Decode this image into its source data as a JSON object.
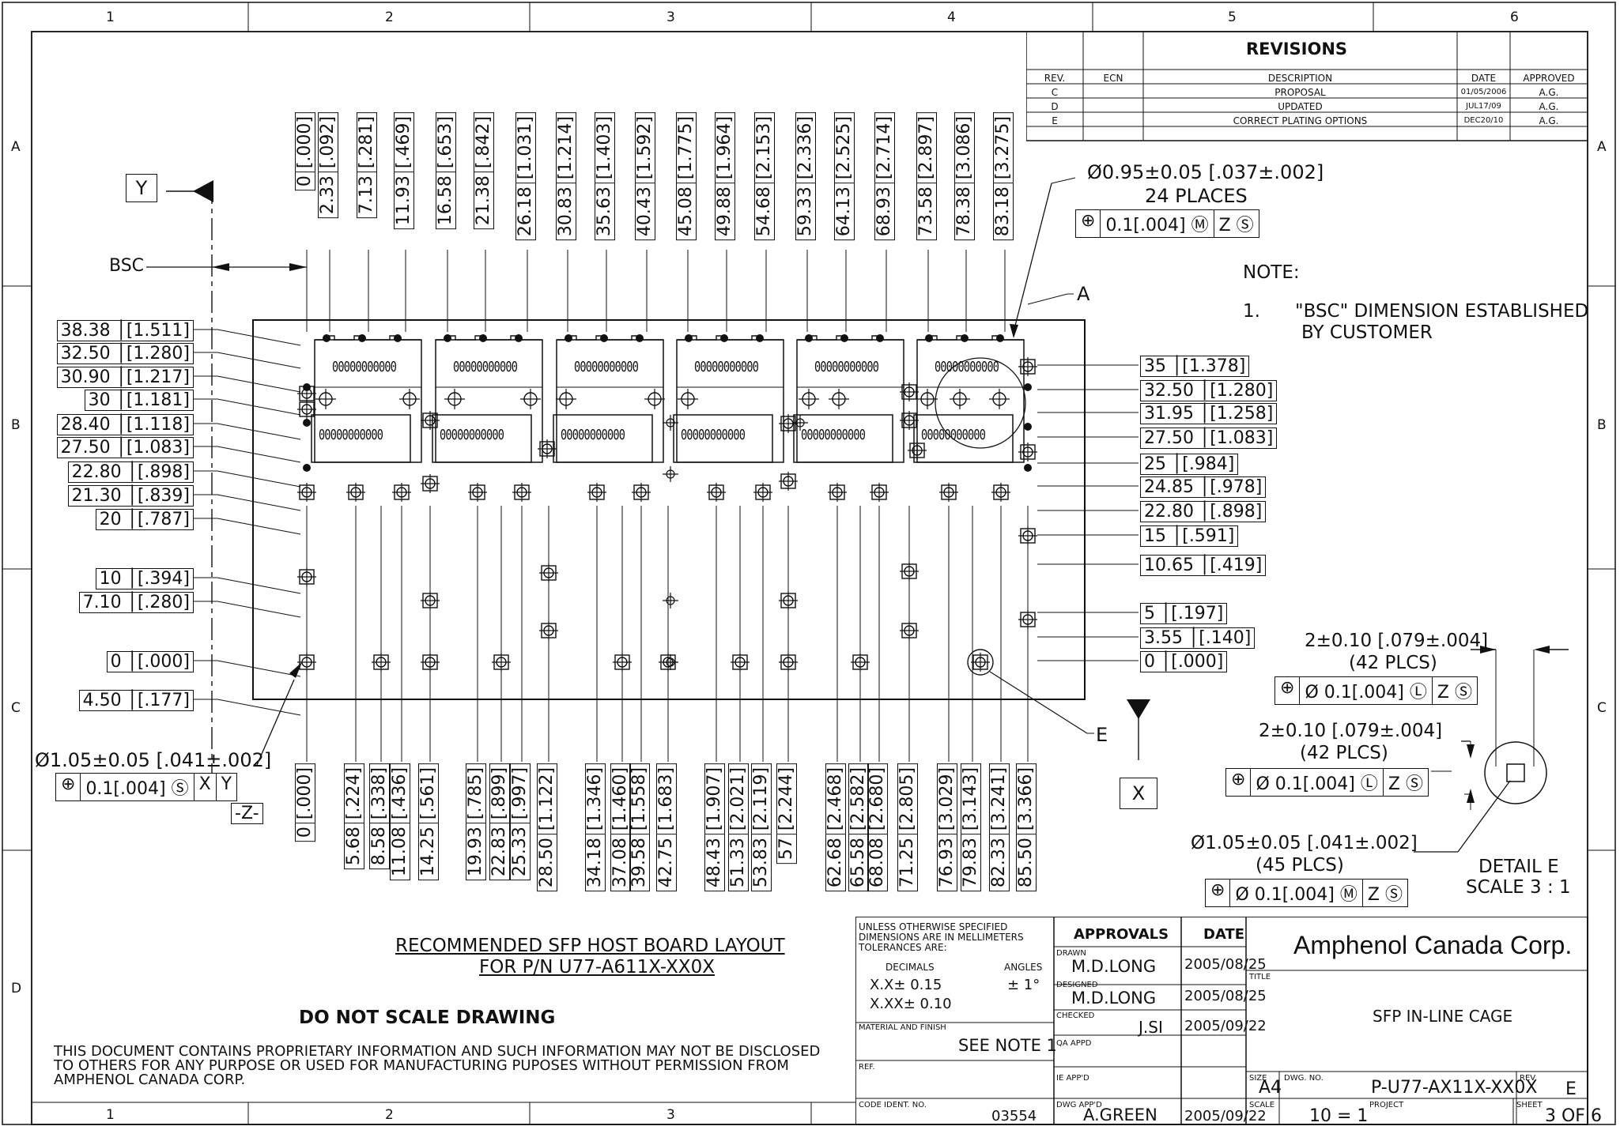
{
  "grid": {
    "columns": [
      "1",
      "2",
      "3",
      "4",
      "5",
      "6"
    ],
    "rows": [
      "A",
      "B",
      "C",
      "D"
    ]
  },
  "revisions": {
    "title": "REVISIONS",
    "headers": [
      "REV.",
      "ECN",
      "DESCRIPTION",
      "DATE",
      "APPROVED"
    ],
    "rows": [
      {
        "rev": "C",
        "ecn": "",
        "desc": "PROPOSAL",
        "date": "01/05/2006",
        "approved": "A.G."
      },
      {
        "rev": "D",
        "ecn": "",
        "desc": "UPDATED",
        "date": "JUL17/09",
        "approved": "A.G."
      },
      {
        "rev": "E",
        "ecn": "",
        "desc": "CORRECT PLATING OPTIONS",
        "date": "DEC20/10",
        "approved": "A.G."
      }
    ]
  },
  "datums": {
    "y": "Y",
    "x": "X",
    "z": "-Z-",
    "a": "A",
    "e": "E",
    "bsc": "BSC"
  },
  "top_dims": [
    [
      "0",
      ".000"
    ],
    [
      "2.33",
      ".092"
    ],
    [
      "7.13",
      ".281"
    ],
    [
      "11.93",
      ".469"
    ],
    [
      "16.58",
      ".653"
    ],
    [
      "21.38",
      ".842"
    ],
    [
      "26.18",
      "1.031"
    ],
    [
      "30.83",
      "1.214"
    ],
    [
      "35.63",
      "1.403"
    ],
    [
      "40.43",
      "1.592"
    ],
    [
      "45.08",
      "1.775"
    ],
    [
      "49.88",
      "1.964"
    ],
    [
      "54.68",
      "2.153"
    ],
    [
      "59.33",
      "2.336"
    ],
    [
      "64.13",
      "2.525"
    ],
    [
      "68.93",
      "2.714"
    ],
    [
      "73.58",
      "2.897"
    ],
    [
      "78.38",
      "3.086"
    ],
    [
      "83.18",
      "3.275"
    ]
  ],
  "left_dims": [
    [
      "38.38",
      "1.511"
    ],
    [
      "32.50",
      "1.280"
    ],
    [
      "30.90",
      "1.217"
    ],
    [
      "30",
      "1.181"
    ],
    [
      "28.40",
      "1.118"
    ],
    [
      "27.50",
      "1.083"
    ],
    [
      "22.80",
      ".898"
    ],
    [
      "21.30",
      ".839"
    ],
    [
      "20",
      ".787"
    ],
    [
      "10",
      ".394"
    ],
    [
      "7.10",
      ".280"
    ],
    [
      "0",
      ".000"
    ],
    [
      "4.50",
      ".177"
    ]
  ],
  "right_dims": [
    [
      "35",
      "1.378"
    ],
    [
      "32.50",
      "1.280"
    ],
    [
      "31.95",
      "1.258"
    ],
    [
      "27.50",
      "1.083"
    ],
    [
      "25",
      ".984"
    ],
    [
      "24.85",
      ".978"
    ],
    [
      "22.80",
      ".898"
    ],
    [
      "15",
      ".591"
    ],
    [
      "10.65",
      ".419"
    ],
    [
      "5",
      ".197"
    ],
    [
      "3.55",
      ".140"
    ],
    [
      "0",
      ".000"
    ]
  ],
  "bottom_dims": [
    [
      "0",
      ".000"
    ],
    [
      "5.68",
      ".224"
    ],
    [
      "8.58",
      ".338"
    ],
    [
      "11.08",
      ".436"
    ],
    [
      "14.25",
      ".561"
    ],
    [
      "19.93",
      ".785"
    ],
    [
      "22.83",
      ".899"
    ],
    [
      "25.33",
      ".997"
    ],
    [
      "28.50",
      "1.122"
    ],
    [
      "34.18",
      "1.346"
    ],
    [
      "37.08",
      "1.460"
    ],
    [
      "39.58",
      "1.558"
    ],
    [
      "42.75",
      "1.683"
    ],
    [
      "48.43",
      "1.907"
    ],
    [
      "51.33",
      "2.021"
    ],
    [
      "53.83",
      "2.119"
    ],
    [
      "57",
      "2.244"
    ],
    [
      "62.68",
      "2.468"
    ],
    [
      "65.58",
      "2.582"
    ],
    [
      "68.08",
      "2.680"
    ],
    [
      "71.25",
      "2.805"
    ],
    [
      "76.93",
      "3.029"
    ],
    [
      "79.83",
      "3.143"
    ],
    [
      "82.33",
      "3.241"
    ],
    [
      "85.50",
      "3.366"
    ]
  ],
  "callouts": {
    "hole24": {
      "dia": "Ø0.95±0.05 [.037±.002]",
      "places": "24 PLACES",
      "frame": [
        "⊕",
        "0.1[.004] Ⓜ",
        "Z Ⓢ"
      ]
    },
    "hole_left": {
      "dia": "Ø1.05±0.05 [.041±.002]",
      "frame": [
        "⊕",
        "0.1[.004] Ⓢ",
        "X",
        "Y"
      ]
    },
    "detail1": {
      "dia": "2±0.10 [.079±.004]",
      "plcs": "(42 PLCS)",
      "frame": [
        "⊕",
        "Ø 0.1[.004] Ⓛ",
        "Z Ⓢ"
      ]
    },
    "detail2": {
      "dia": "2±0.10 [.079±.004]",
      "plcs": "(42 PLCS)",
      "frame": [
        "⊕",
        "Ø 0.1[.004] Ⓛ",
        "Z Ⓢ"
      ]
    },
    "detail3": {
      "dia": "Ø1.05±0.05 [.041±.002]",
      "plcs": "(45 PLCS)",
      "frame": [
        "⊕",
        "Ø 0.1[.004] Ⓜ",
        "Z Ⓢ"
      ]
    }
  },
  "detail_e": {
    "title": "DETAIL E",
    "scale": "SCALE 3 : 1"
  },
  "notes": {
    "heading": "NOTE:",
    "n1_num": "1.",
    "n1_text": "\"BSC\" DIMENSION ESTABLISHED",
    "n1_text2": "BY CUSTOMER"
  },
  "connector_label": "00000000000",
  "title_main": "RECOMMENDED SFP HOST BOARD LAYOUT",
  "title_sub": "FOR P/N U77-A611X-XX0X",
  "do_not_scale": "DO NOT SCALE DRAWING",
  "proprietary": [
    "THIS DOCUMENT CONTAINS PROPRIETARY INFORMATION AND SUCH INFORMATION MAY NOT BE DISCLOSED",
    "TO OTHERS FOR ANY PURPOSE OR USED FOR MANUFACTURING PUPOSES WITHOUT PERMISSION FROM",
    "AMPHENOL CANADA CORP."
  ],
  "titleblock": {
    "tolerance_lines": [
      "UNLESS OTHERWISE SPECIFIED",
      "DIMENSIONS ARE IN MELLIMETERS",
      "TOLERANCES ARE:"
    ],
    "decimals": "DECIMALS",
    "angles": "ANGLES",
    "tol1": "X.X± 0.15",
    "tol2": "X.XX± 0.10",
    "angle_tol": "± 1°",
    "material_label": "MATERIAL AND FINISH",
    "material": "SEE NOTE 1",
    "ref": "REF.",
    "code_ident_label": "CODE IDENT. NO.",
    "code_ident": "03554",
    "approvals": "APPROVALS",
    "date": "DATE",
    "drawn_label": "DRAWN",
    "drawn": "M.D.LONG",
    "drawn_date": "2005/08/25",
    "designed_label": "DESIGNED",
    "designed": "M.D.LONG",
    "designed_date": "2005/08/25",
    "checked_label": "CHECKED",
    "checked": "J.SI",
    "checked_date": "2005/09/22",
    "qa_label": "QA APPD",
    "ie_label": "IE APP'D",
    "dwg_appd_label": "DWG APP'D",
    "dwg_appd": "A.GREEN",
    "dwg_appd_date": "2005/09/22",
    "company": "Amphenol Canada Corp.",
    "title_label": "TITLE",
    "title": "SFP IN-LINE CAGE",
    "size_label": "SIZE",
    "size": "A4",
    "dwg_no_label": "DWG. NO.",
    "dwg_no": "P-U77-AX11X-XX0X",
    "rev_label": "REV.",
    "rev": "E",
    "scale_label": "SCALE",
    "scale": "10 = 1",
    "project_label": "PROJECT",
    "sheet_label": "SHEET",
    "sheet": "3 OF 6"
  }
}
